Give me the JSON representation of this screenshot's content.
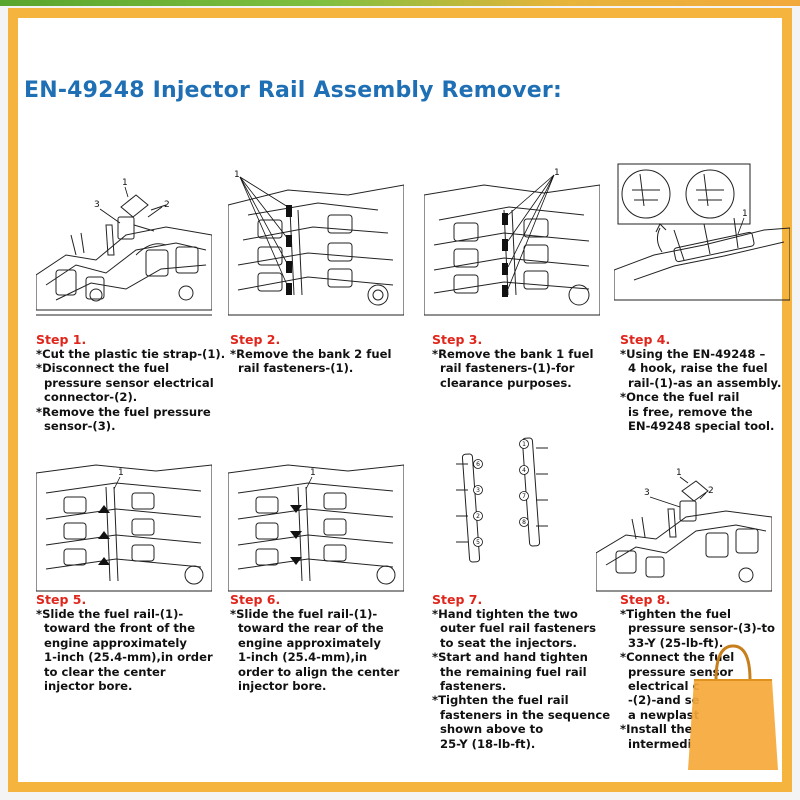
{
  "title": "EN-49248 Injector Rail Assembly Remover:",
  "steps": [
    {
      "title": "Step 1.",
      "bullets": [
        "*Cut the plastic tie strap-(1).",
        "*Disconnect the fuel\npressure sensor electrical\nconnector-(2).",
        "*Remove the fuel pressure\nsensor-(3)."
      ],
      "callouts": [
        "1",
        "2",
        "3"
      ]
    },
    {
      "title": "Step 2.",
      "bullets": [
        "*Remove the bank 2 fuel\nrail fasteners-(1)."
      ],
      "callouts": [
        "1"
      ]
    },
    {
      "title": "Step 3.",
      "bullets": [
        "*Remove the bank 1 fuel\nrail fasteners-(1)-for\nclearance purposes."
      ],
      "callouts": [
        "1"
      ]
    },
    {
      "title": "Step 4.",
      "bullets": [
        "*Using the EN-49248 –\n4 hook, raise the fuel\nrail-(1)-as an assembly.",
        "*Once the fuel rail\nis free, remove the\nEN-49248 special tool."
      ],
      "callouts": [
        "1"
      ]
    },
    {
      "title": "Step 5.",
      "bullets": [
        "*Slide the fuel rail-(1)-\ntoward the front of the\nengine approximately\n1-inch (25.4-mm),in order\nto clear the center\ninjector bore."
      ],
      "callouts": [
        "1"
      ]
    },
    {
      "title": "Step 6.",
      "bullets": [
        "*Slide the fuel rail-(1)-\ntoward the rear of the\nengine approximately\n1-inch (25.4-mm),in\norder to align the center\ninjector bore."
      ],
      "callouts": [
        "1"
      ]
    },
    {
      "title": "Step 7.",
      "bullets": [
        "*Hand tighten the two\nouter fuel rail fasteners\nto seat the injectors.",
        "*Start and hand tighten\nthe remaining fuel rail\nfasteners.",
        "*Tighten the fuel rail\nfasteners in the sequence\nshown above to\n25-Y (18-lb-ft)."
      ],
      "sequence_left": [
        "6",
        "3",
        "2",
        "5"
      ],
      "sequence_right": [
        "1",
        "4",
        "7",
        "8"
      ]
    },
    {
      "title": "Step 8.",
      "bullets": [
        "*Tighten the fuel\npressure sensor-(3)-to\n33-Y (25-lb-ft).",
        "*Connect the fuel\npressure sensor\nelectrical c\n-(2)-and se\na newplast",
        "*Install the\nintermedi"
      ],
      "callouts": [
        "1",
        "2",
        "3"
      ]
    }
  ],
  "colors": {
    "title": "#1f6fb5",
    "step_title": "#e0261c",
    "frame": "#f4b43d",
    "bag": "#f6a93a"
  },
  "icons": {
    "bag": "shopping-bag-icon"
  }
}
